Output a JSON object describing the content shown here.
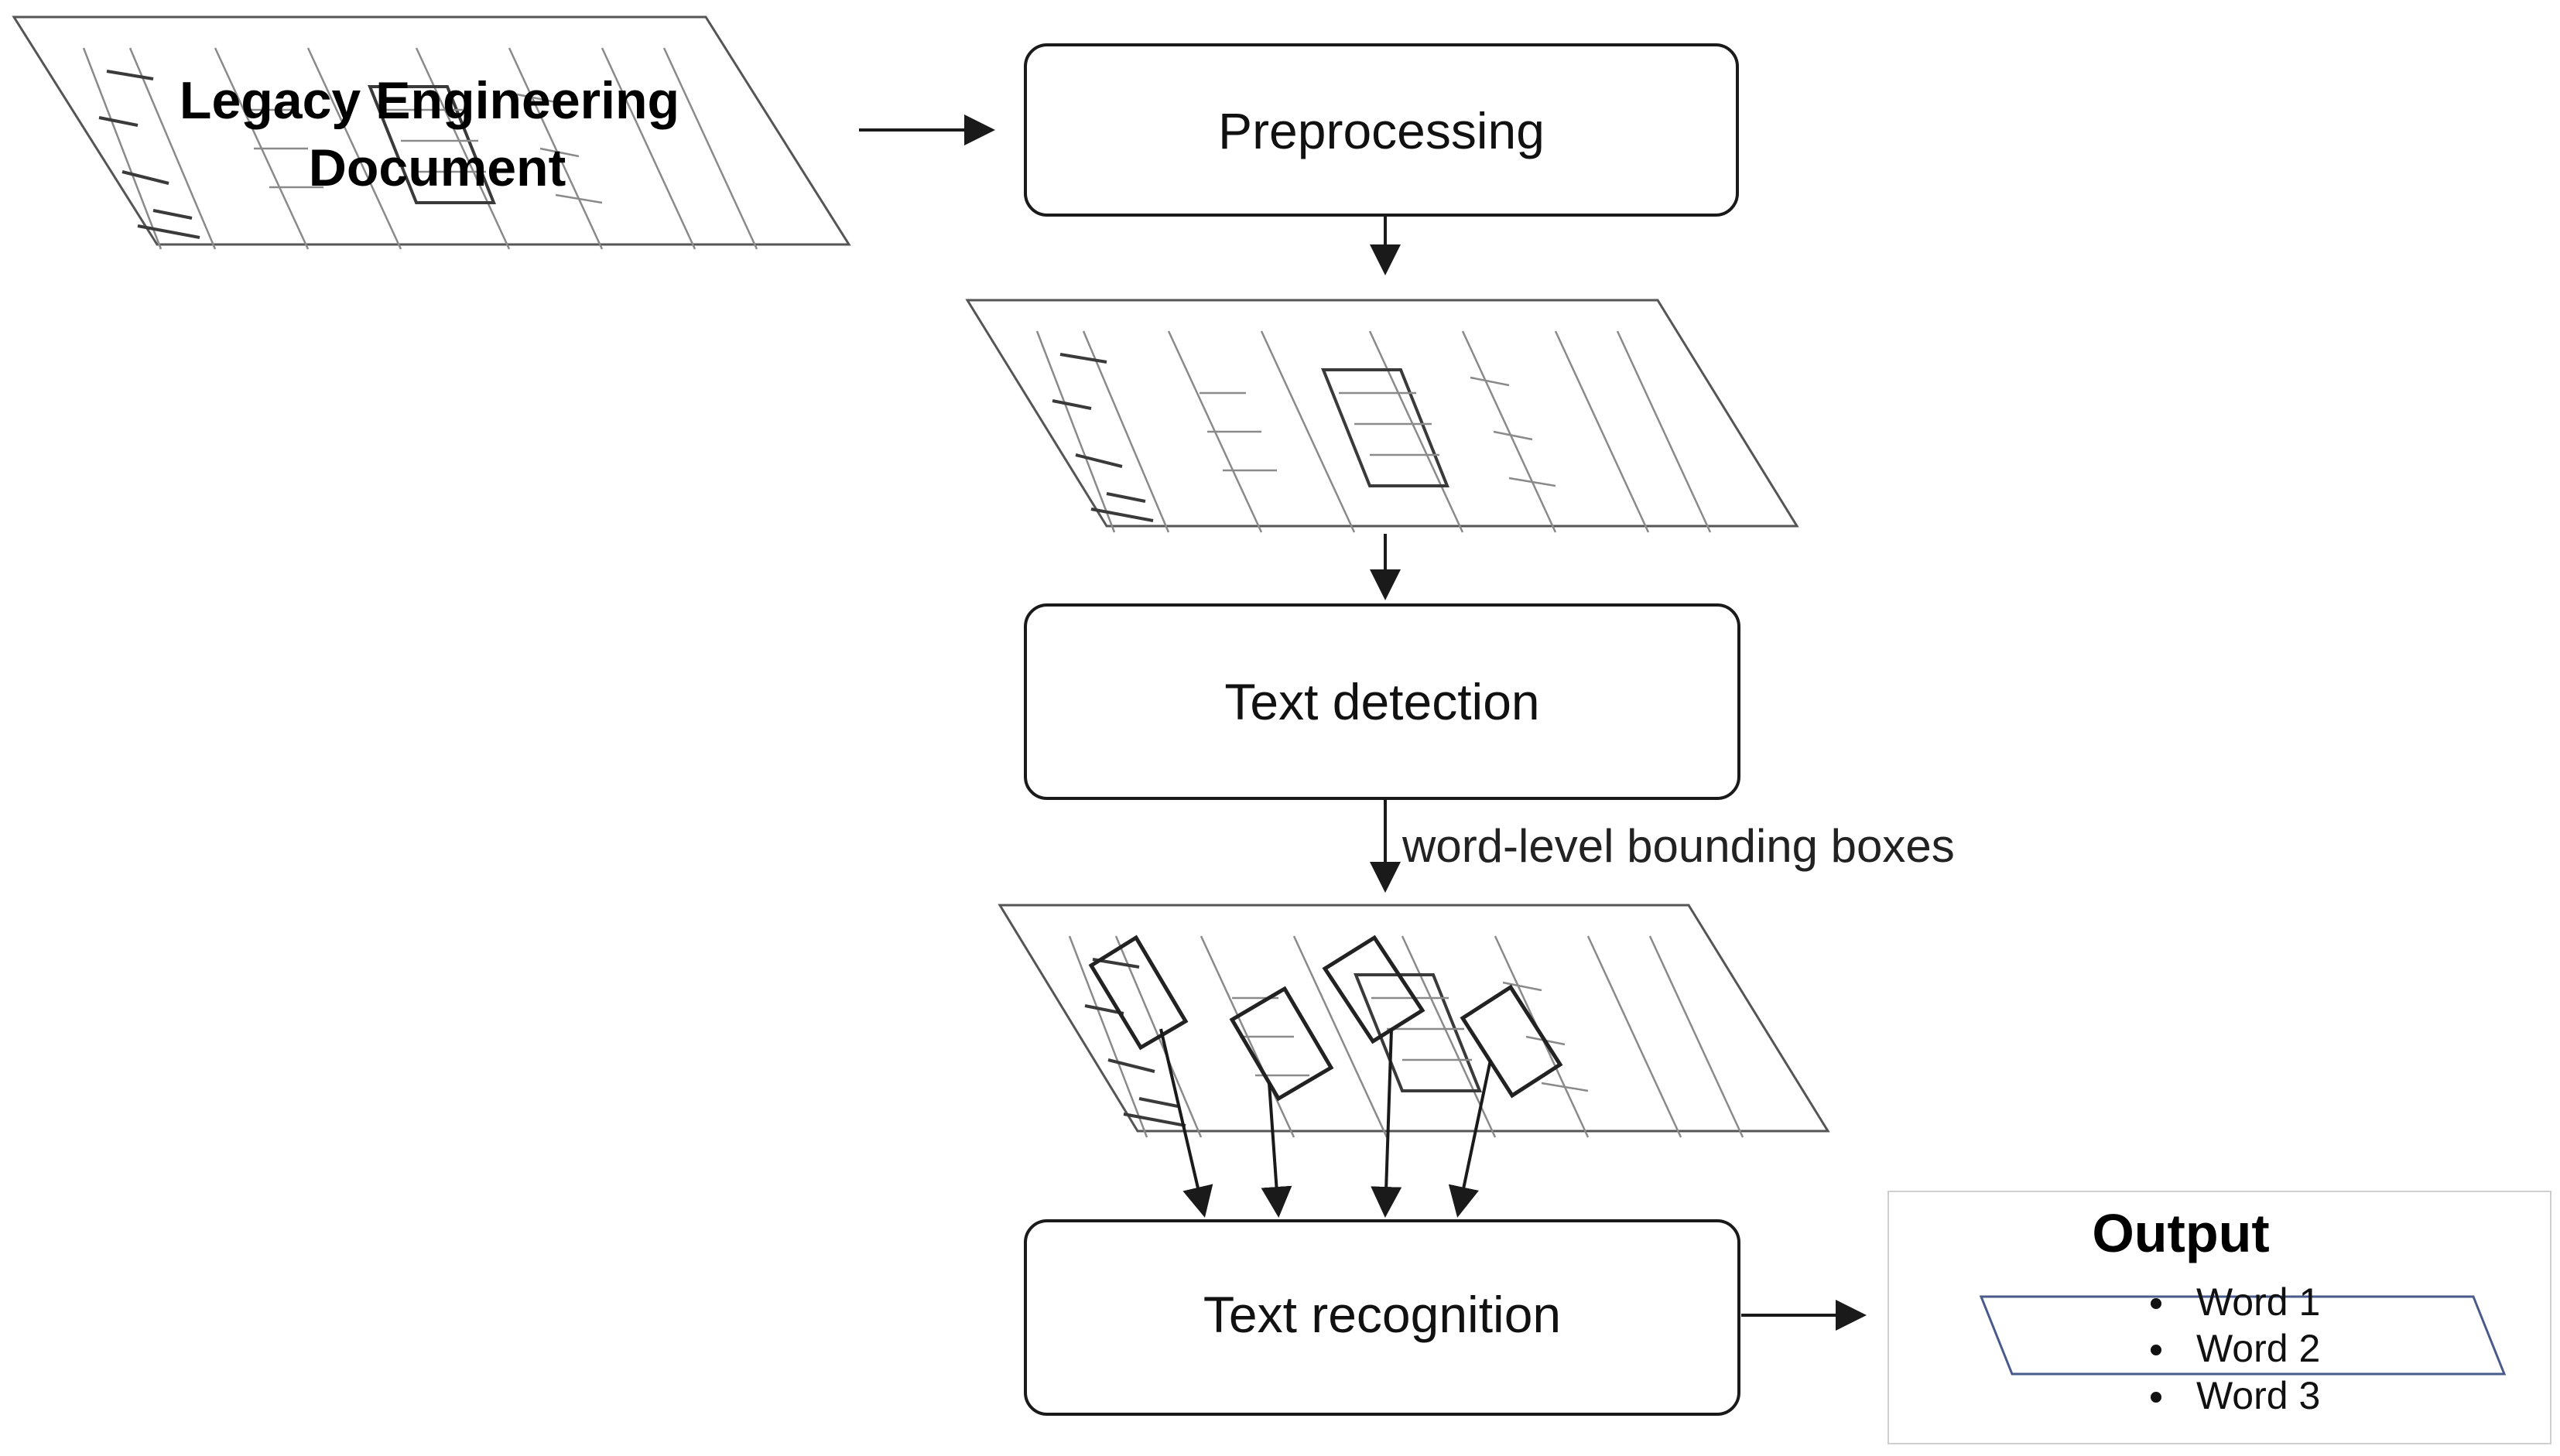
{
  "diagram": {
    "input_document": {
      "title_line1": "Legacy Engineering",
      "title_line2": "Document"
    },
    "steps": {
      "preprocessing": "Preprocessing",
      "text_detection": "Text detection",
      "text_recognition": "Text recognition"
    },
    "edge_labels": {
      "detection_to_boxes": "word-level bounding boxes"
    },
    "output": {
      "title": "Output",
      "items": [
        "Word 1",
        "Word 2",
        "Word 3"
      ]
    },
    "colors": {
      "stroke": "#1a1a1a",
      "output_shape_stroke": "#4a5a8a",
      "background": "#ffffff"
    }
  }
}
